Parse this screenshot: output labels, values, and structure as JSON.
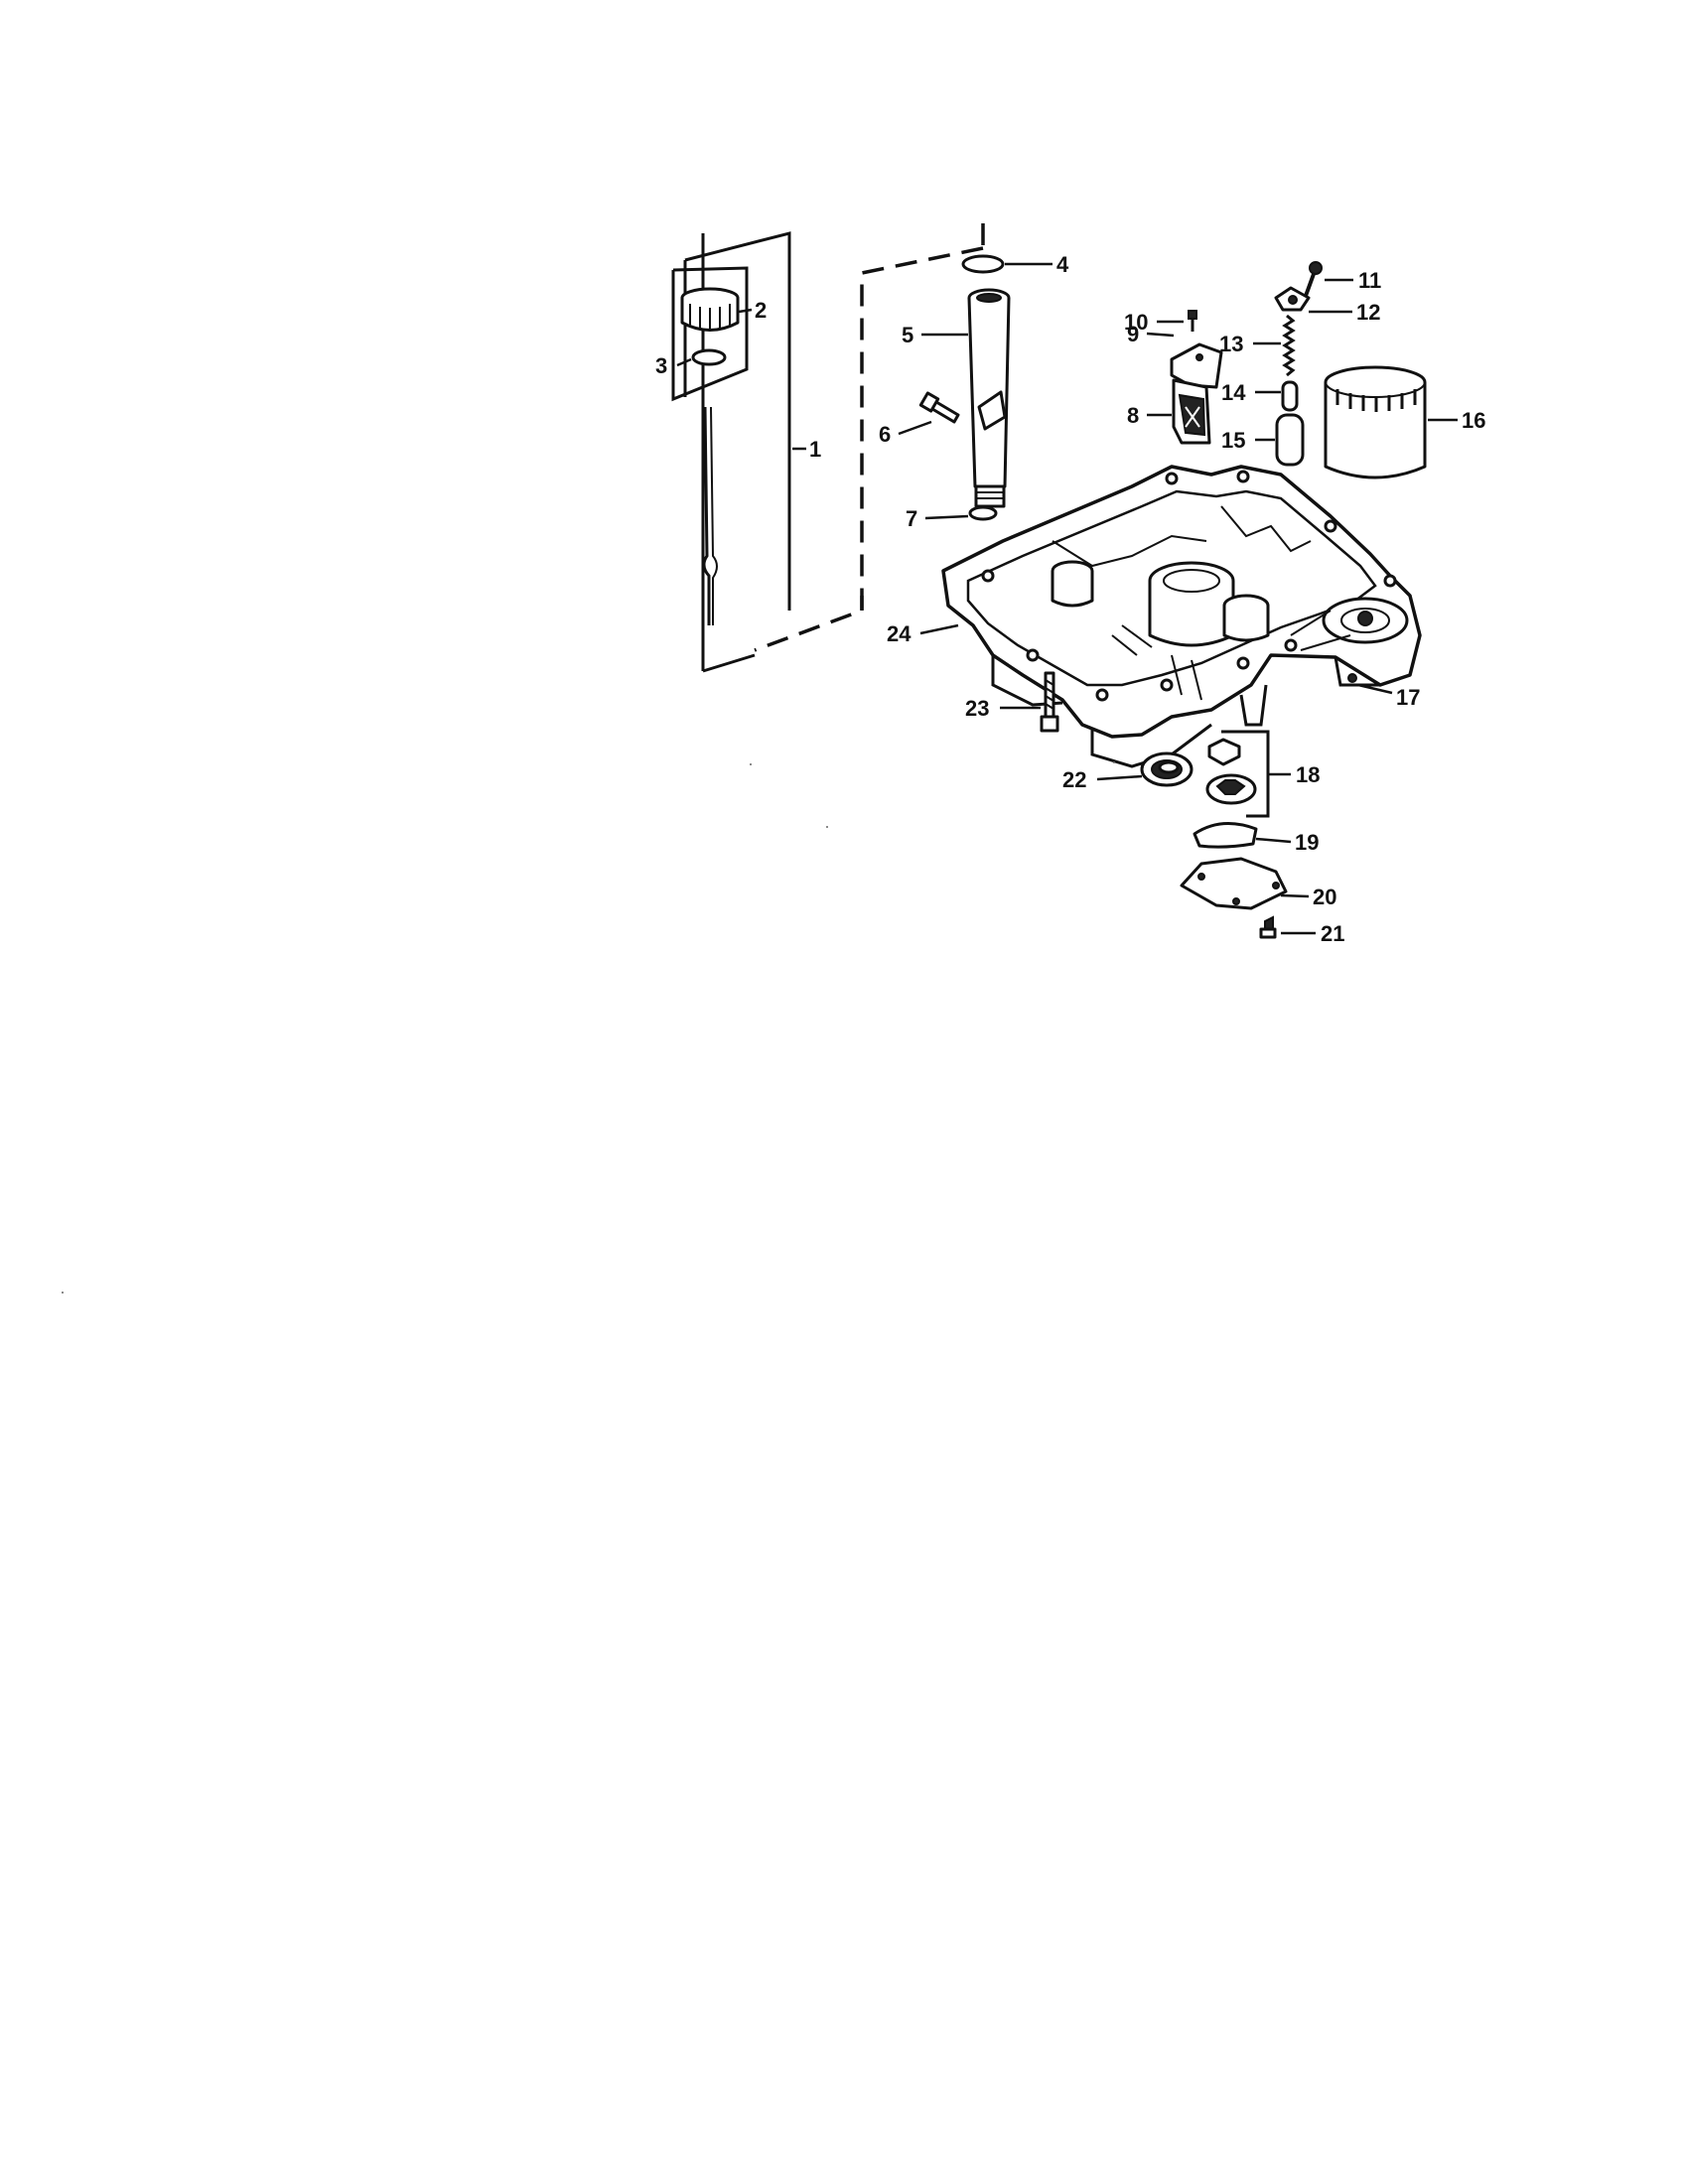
{
  "callouts": [
    {
      "id": "c1",
      "label": "1",
      "part": "dipstick"
    },
    {
      "id": "c2",
      "label": "2",
      "part": "dipstick-cap"
    },
    {
      "id": "c3",
      "label": "3",
      "part": "cap-o-ring"
    },
    {
      "id": "c4",
      "label": "4",
      "part": "tube-o-ring-top"
    },
    {
      "id": "c5",
      "label": "5",
      "part": "dipstick-tube"
    },
    {
      "id": "c6",
      "label": "6",
      "part": "tube-screw"
    },
    {
      "id": "c7",
      "label": "7",
      "part": "tube-o-ring-bottom"
    },
    {
      "id": "c8",
      "label": "8",
      "part": "filter-element"
    },
    {
      "id": "c9",
      "label": "9",
      "part": "filter-cover"
    },
    {
      "id": "c10",
      "label": "10",
      "part": "cover-screw"
    },
    {
      "id": "c11",
      "label": "11",
      "part": "bracket-screw"
    },
    {
      "id": "c12",
      "label": "12",
      "part": "bracket"
    },
    {
      "id": "c13",
      "label": "13",
      "part": "spring"
    },
    {
      "id": "c14",
      "label": "14",
      "part": "pin"
    },
    {
      "id": "c15",
      "label": "15",
      "part": "valve"
    },
    {
      "id": "c16",
      "label": "16",
      "part": "oil-filter"
    },
    {
      "id": "c17",
      "label": "17",
      "part": "plug"
    },
    {
      "id": "c18",
      "label": "18",
      "part": "oil-pump-rotor-kit"
    },
    {
      "id": "c19",
      "label": "19",
      "part": "gasket"
    },
    {
      "id": "c20",
      "label": "20",
      "part": "pump-cover"
    },
    {
      "id": "c21",
      "label": "21",
      "part": "cover-screw-small"
    },
    {
      "id": "c22",
      "label": "22",
      "part": "oil-seal"
    },
    {
      "id": "c23",
      "label": "23",
      "part": "pan-bolt"
    },
    {
      "id": "c24",
      "label": "24",
      "part": "oil-pan"
    }
  ]
}
